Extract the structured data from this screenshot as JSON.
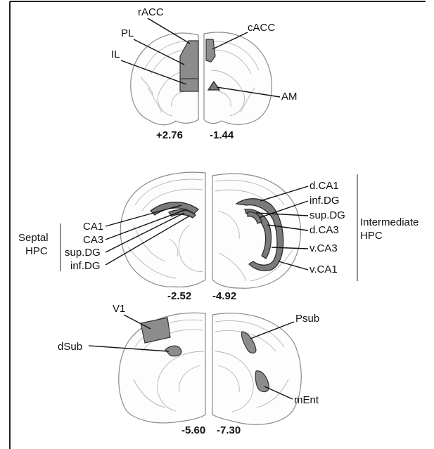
{
  "labels": {
    "rACC": "rACC",
    "PL": "PL",
    "IL": "IL",
    "cACC": "cACC",
    "AM": "AM",
    "CA1_left": "CA1",
    "CA3_left": "CA3",
    "supDG_left": "sup.DG",
    "infDG_left": "inf.DG",
    "dCA1": "d.CA1",
    "infDG_right": "inf.DG",
    "supDG_right": "sup.DG",
    "dCA3": "d.CA3",
    "vCA3": "v.CA3",
    "vCA1": "v.CA1",
    "V1": "V1",
    "dSub": "dSub",
    "Psub": "Psub",
    "mEnt": "mEnt"
  },
  "groups": {
    "septal_line1": "Septal",
    "septal_line2": "HPC",
    "intermediate_line1": "Intermediate",
    "intermediate_line2": "HPC"
  },
  "coordinates": {
    "c1": "+2.76",
    "c2": "-1.44",
    "c3": "-2.52",
    "c4": "-4.92",
    "c5": "-5.60",
    "c6": "-7.30"
  },
  "colors": {
    "region_fill": "#8c8c8c",
    "section_outline": "#8a8a8a",
    "text": "#111111"
  }
}
